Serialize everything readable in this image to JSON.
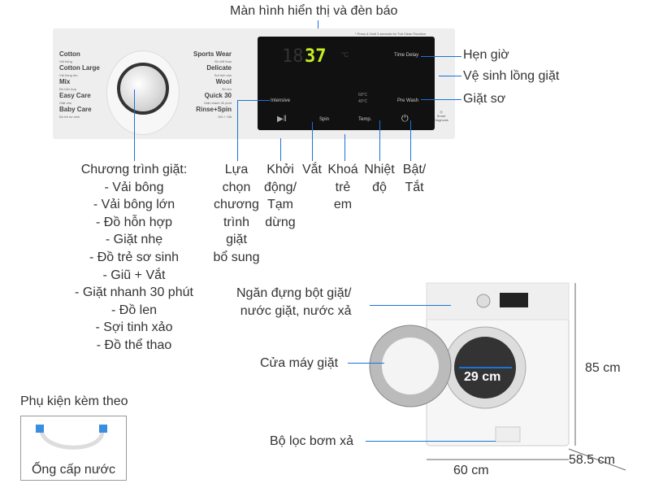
{
  "title": "Màn hình hiển thị và đèn báo",
  "panel": {
    "left_programs": [
      {
        "en": "Cotton",
        "vi": "Vải bông"
      },
      {
        "en": "Cotton Large",
        "vi": "Vải bông lớn"
      },
      {
        "en": "Mix",
        "vi": "Đồ hỗn hợp"
      },
      {
        "en": "Easy Care",
        "vi": "Giặt nhẹ"
      },
      {
        "en": "Baby Care",
        "vi": "Đồ trẻ sơ sinh"
      }
    ],
    "right_programs": [
      {
        "en": "Sports Wear",
        "vi": "Đồ thể thao"
      },
      {
        "en": "Delicate",
        "vi": "Sợi tinh xảo"
      },
      {
        "en": "Wool",
        "vi": "Đồ len"
      },
      {
        "en": "Quick 30",
        "vi": "Giặt nhanh 30 phút"
      },
      {
        "en": "Rinse+Spin",
        "vi": "Giũ + Vắt"
      }
    ],
    "note": "* Press & Hold 3 seconds for Tub Clean Function",
    "display_dim": "18",
    "display_lit": "37",
    "display_unit": "°C",
    "temp_icons": [
      "60°C",
      "40°C"
    ],
    "time_delay": "Time Delay",
    "pre_wash": "Pre Wash",
    "intensive": "Intensive",
    "spin": "Spin",
    "temp": "Temp.",
    "smart_diagnosis": "Smart Diagnosis",
    "display_color": "#c8f020"
  },
  "right_labels": {
    "timer": "Hẹn giờ",
    "tub_clean": "Vệ sinh lồng giặt",
    "prewash": "Giặt sơ"
  },
  "programs": {
    "heading": "Chương trình giặt:",
    "items": [
      "- Vải bông",
      "- Vải bông lớn",
      "- Đồ hỗn hợp",
      "- Giặt nhẹ",
      "- Đồ trẻ sơ sinh",
      "- Giũ + Vắt",
      "- Giặt nhanh 30 phút",
      "- Đồ len",
      "- Sợi tinh xảo",
      "- Đồ thể thao"
    ]
  },
  "bottom_labels": {
    "options": [
      "Lựa",
      "chọn",
      "chương",
      "trình",
      "giặt",
      "bổ sung"
    ],
    "start": [
      "Khởi",
      "động/",
      "Tạm",
      "dừng"
    ],
    "spin": [
      "Vắt"
    ],
    "child_lock": [
      "Khoá",
      "trẻ",
      "em"
    ],
    "temp": [
      "Nhiệt",
      "độ"
    ],
    "power": [
      "Bật/",
      "Tắt"
    ]
  },
  "machine": {
    "detergent": [
      "Ngăn đựng bột giặt/",
      "nước giặt, nước xả"
    ],
    "door": "Cửa máy giặt",
    "filter": "Bộ lọc bơm xả",
    "height": "85 cm",
    "depth": "58.5 cm",
    "width": "60 cm",
    "door_diameter": "29 cm"
  },
  "accessories": {
    "heading": "Phụ kiện kèm theo",
    "item": "Ống cấp nước"
  },
  "accent": "#1a73d9"
}
